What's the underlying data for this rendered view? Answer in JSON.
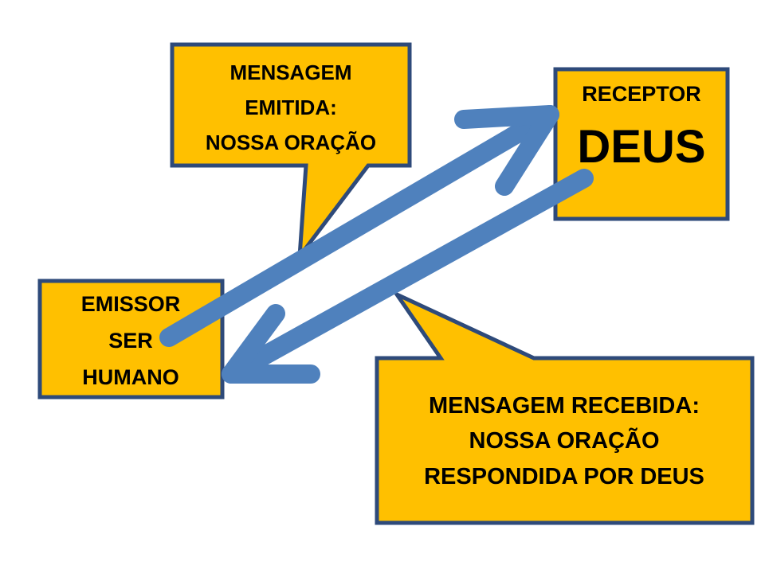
{
  "colors": {
    "box_fill": "#FFC000",
    "box_border": "#2E4A7A",
    "arrow": "#4F81BD",
    "text": "#000000"
  },
  "emitter": {
    "line1": "EMISSOR",
    "line2": "SER",
    "line3": "HUMANO"
  },
  "receiver": {
    "line1": "RECEPTOR",
    "line2": "DEUS"
  },
  "message_sent": {
    "line1": "MENSAGEM",
    "line2": "EMITIDA:",
    "line3": "NOSSA ORAÇÃO"
  },
  "message_received": {
    "line1": "MENSAGEM RECEBIDA:",
    "line2": "NOSSA ORAÇÃO",
    "line3": "RESPONDIDA POR DEUS"
  },
  "arrows": {
    "forward": "arrow-up-right",
    "return": "arrow-down-left"
  }
}
